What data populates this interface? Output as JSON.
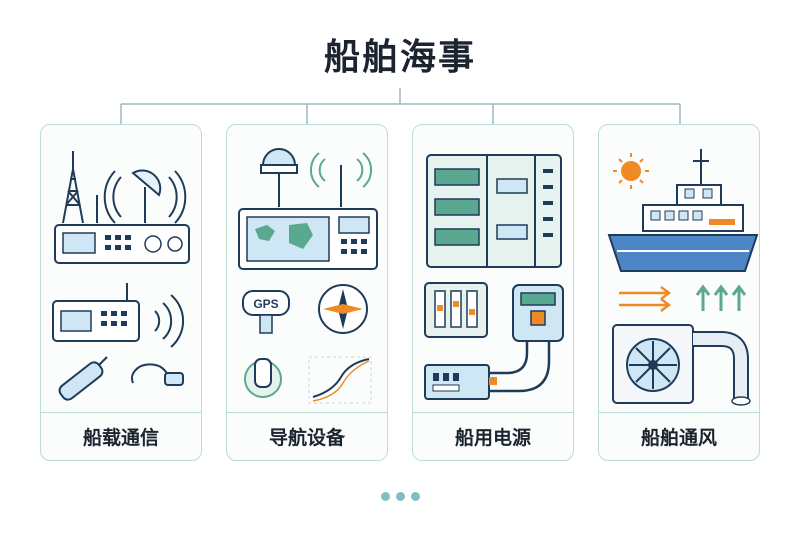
{
  "title": "船舶海事",
  "categories": [
    {
      "label": "船载通信",
      "icons": [
        "radio-tower-icon",
        "satellite-dish-icon",
        "radio-unit-icon",
        "handheld-radio-icon",
        "signal-waves-icon",
        "microphone-icon",
        "cable-connector-icon"
      ]
    },
    {
      "label": "导航设备",
      "icons": [
        "gps-antenna-icon",
        "chart-plotter-icon",
        "gps-receiver-icon",
        "compass-icon",
        "buoy-icon",
        "route-chart-icon"
      ]
    },
    {
      "label": "船用电源",
      "icons": [
        "electrical-cabinet-icon",
        "breaker-panel-icon",
        "power-meter-icon",
        "switch-box-icon"
      ]
    },
    {
      "label": "船舶通风",
      "icons": [
        "sun-icon",
        "ship-icon",
        "airflow-arrows-icon",
        "up-arrows-icon",
        "ventilation-fan-icon",
        "duct-pipe-icon"
      ]
    }
  ],
  "colors": {
    "accent": "#7fbfc2",
    "card_border": "#bcdcd6",
    "navy": "#1f3b5a",
    "light_blue": "#cfe6f5",
    "teal": "#5aa88f",
    "orange": "#f08a24"
  }
}
